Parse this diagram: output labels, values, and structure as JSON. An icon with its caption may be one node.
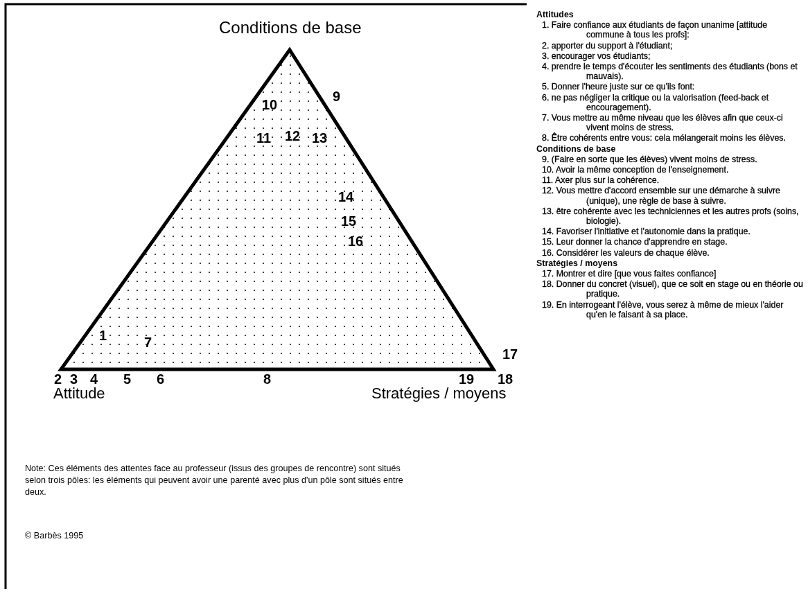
{
  "diagram": {
    "labels": [
      "Conditions de base",
      "9",
      "10",
      "11",
      "12",
      "13",
      "14",
      "15",
      "16",
      "1",
      "7",
      "17",
      "2",
      "3",
      "4",
      "5",
      "6",
      "8",
      "19",
      "18",
      "Attitude",
      "Stratégies / moyens",
      "Attitudes",
      "1. Faire confiance aux étudiants de façon unanime [attitude commune à tous les profs]:",
      "2. apporter du support à l'étudiant;",
      "3. encourager vos étudiants;",
      "4. prendre le temps d'écouter les sentiments des étudiants (bons et mauvais).",
      "5. Donner l'heure juste sur ce qu'ils font:",
      "6. ne pas négliger la critique ou la valorisation (feed-back et encouragement).",
      "7. Vous mettre au même niveau que les élèves afin que ceux-ci vivent moins de stress.",
      "8. Être cohérents entre vous: cela mélangerait moins les élèves.",
      "Conditions de base",
      "9. (Faire en sorte que les élèves) vivent moins de stress.",
      "10. Avoir la même conception de l'enseignement.",
      "11. Axer plus sur la cohérence.",
      "12. Vous mettre d'accord ensemble sur une démarche à suivre (unique), une règle de base à suivre.",
      "13. être cohérente avec les techniciennes et les autres profs (soins, biologie).",
      "14. Favoriser l'initiative et l'autonomie dans la pratique.",
      "15. Leur donner la chance d'apprendre en stage.",
      "16. Considérer les valeurs de chaque élève.",
      "Stratégies / moyens",
      "17. Montrer et dire [que vous faites confiance]",
      "18. Donner du concret (visuel), que ce soit en stage ou en théorie ou pratique.",
      "19. En interrogeant l'élève, vous serez à même de mieux l'aider qu'en le faisant à sa place.",
      "Note: Ces éléments des attentes face au professeur  (issus des groupes de rencontre) sont situés selon trois pôles: les éléments qui peuvent avoir une parenté avec plus d'un pôle sont situés entre deux.",
      "© Barbès 1995"
    ]
  }
}
